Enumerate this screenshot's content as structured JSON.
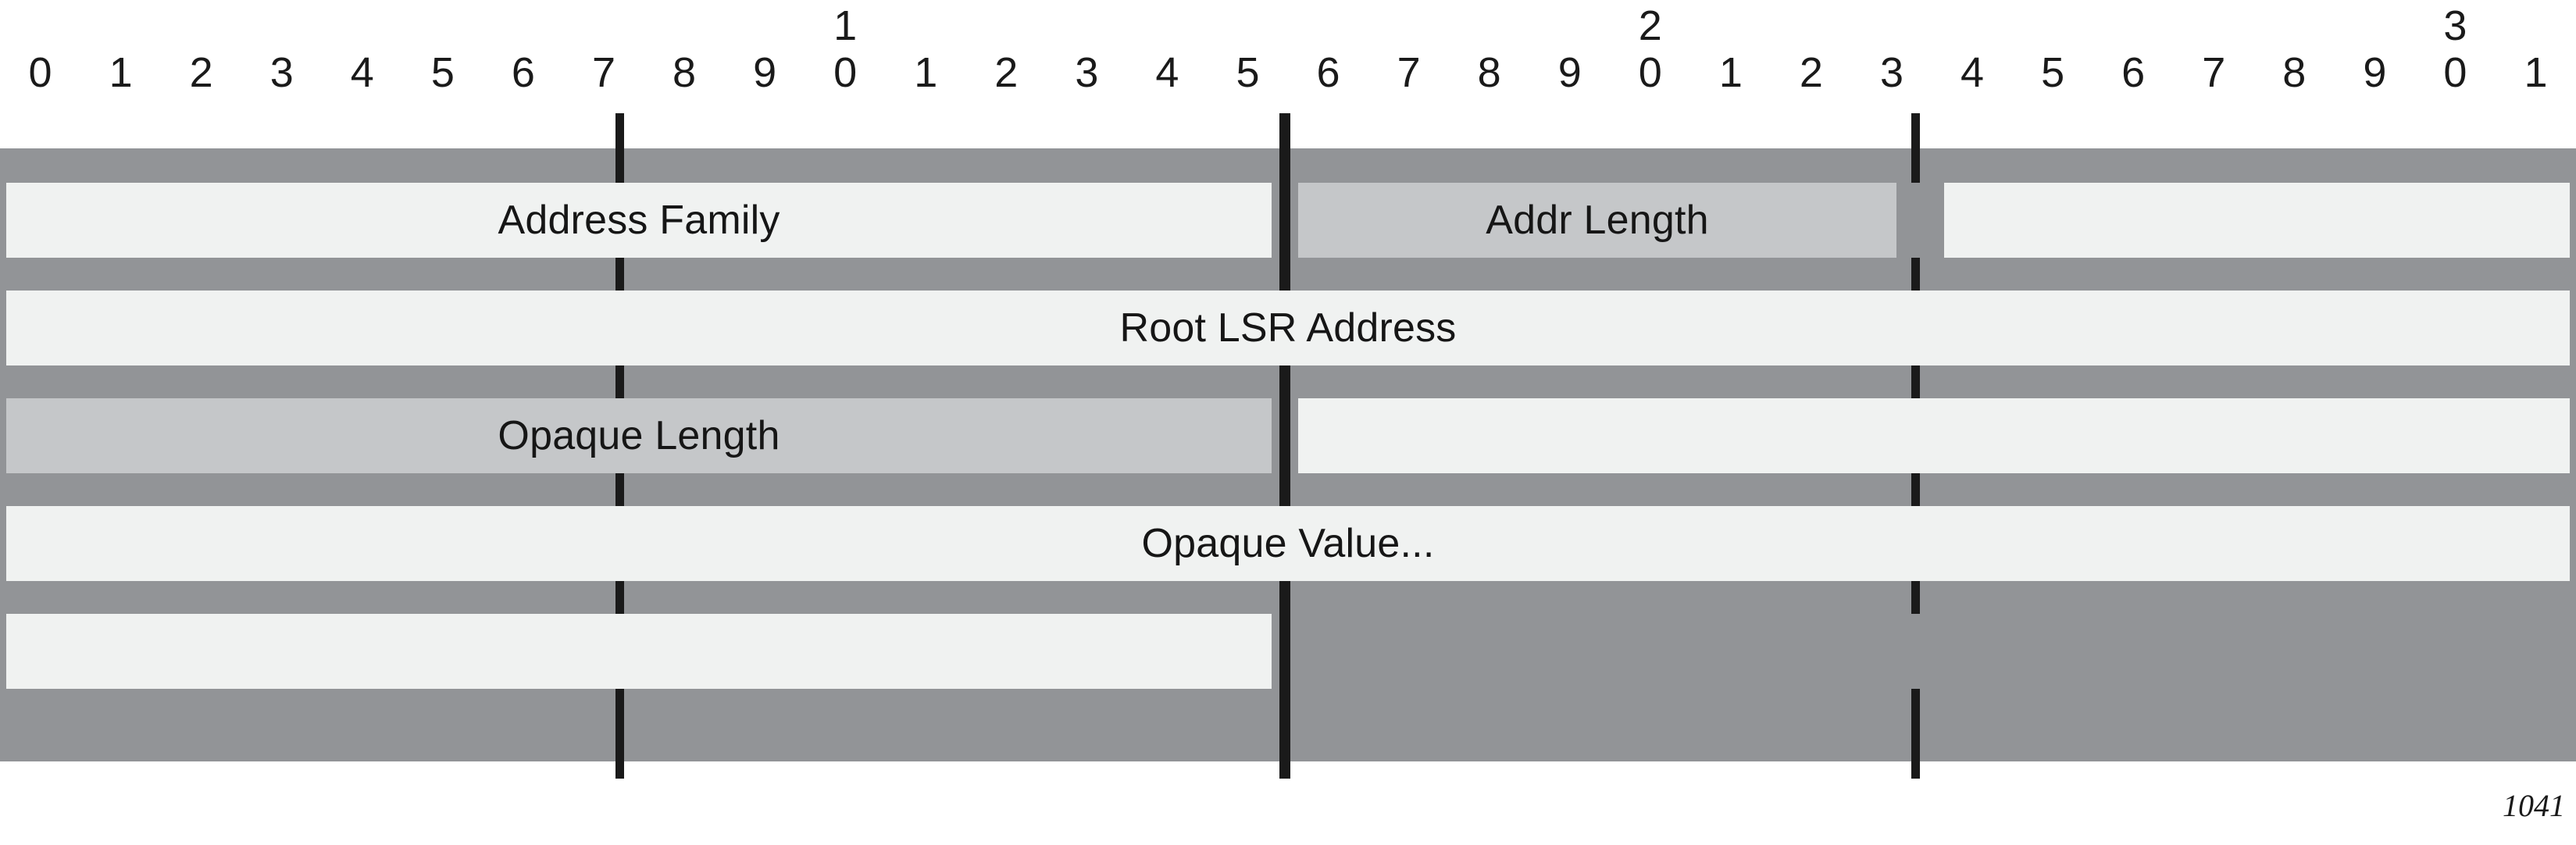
{
  "document": {
    "page_number": "1041"
  },
  "colors": {
    "background": "#ffffff",
    "body_gray": "#929497",
    "field_light": "#f0f2f1",
    "field_mid": "#c5c7c9",
    "ink": "#1a1a1a"
  },
  "bit_ruler": {
    "tens": [
      "",
      "",
      "",
      "",
      "",
      "",
      "",
      "",
      "",
      "",
      "1",
      "",
      "",
      "",
      "",
      "",
      "",
      "",
      "",
      "",
      "2",
      "",
      "",
      "",
      "",
      "",
      "",
      "",
      "",
      "",
      "3",
      ""
    ],
    "ones": [
      "0",
      "1",
      "2",
      "3",
      "4",
      "5",
      "6",
      "7",
      "8",
      "9",
      "0",
      "1",
      "2",
      "3",
      "4",
      "5",
      "6",
      "7",
      "8",
      "9",
      "0",
      "1",
      "2",
      "3",
      "4",
      "5",
      "6",
      "7",
      "8",
      "9",
      "0",
      "1"
    ]
  },
  "dividers": [
    {
      "name": "octet-divider-bit8",
      "style": "dashed"
    },
    {
      "name": "octet-divider-bit16",
      "style": "solid"
    },
    {
      "name": "octet-divider-bit24",
      "style": "dashed"
    }
  ],
  "rows": [
    {
      "name": "row-1",
      "fields": [
        {
          "label": "Address Family",
          "fill": "light",
          "bits": "0-15"
        },
        {
          "label": "Addr Length",
          "fill": "mid",
          "bits": "16-23"
        },
        {
          "label": "",
          "fill": "light",
          "bits": "24-31"
        }
      ]
    },
    {
      "name": "row-2",
      "fields": [
        {
          "label": "Root LSR Address",
          "fill": "light",
          "bits": "0-31"
        }
      ]
    },
    {
      "name": "row-3",
      "fields": [
        {
          "label": "Opaque Length",
          "fill": "mid",
          "bits": "0-15"
        },
        {
          "label": "",
          "fill": "light",
          "bits": "16-31"
        }
      ]
    },
    {
      "name": "row-4",
      "fields": [
        {
          "label": "Opaque Value...",
          "fill": "light",
          "bits": "0-31"
        }
      ]
    },
    {
      "name": "row-5",
      "fields": [
        {
          "label": "",
          "fill": "light",
          "bits": "0-15"
        }
      ]
    }
  ]
}
